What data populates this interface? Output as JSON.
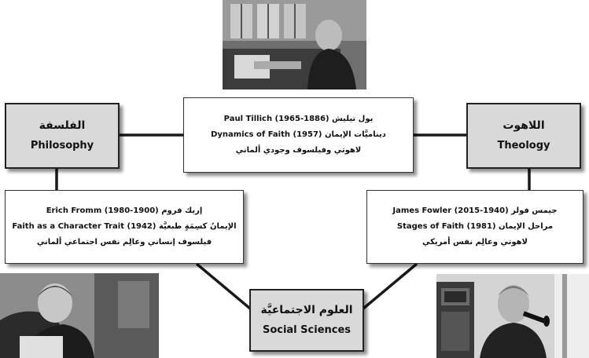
{
  "colors": {
    "field_bg": "#d9d9d9",
    "line": "#1a1a1a",
    "border": "#222222"
  },
  "fields": {
    "philosophy": {
      "ar": "الفلسفة",
      "en": "Philosophy"
    },
    "theology": {
      "ar": "اللاهوت",
      "en": "Theology"
    },
    "social": {
      "ar": "العلوم الاجتماعيَّة",
      "en": "Social Sciences"
    }
  },
  "people": {
    "tillich": {
      "line1": "بول تيليش (1886-1965) Paul Tillich",
      "line2": "ديناميَّات الإيمان (1957) Dynamics of Faith",
      "line3": "لاهوتي وفيلسوف وجودي ألماني"
    },
    "fromm": {
      "line1": "إريك فروم (1900-1980) Erich Fromm",
      "line2": "الإيمانُ كسِمَةٍ طبعيَّة (1942) Faith as a Character Trait",
      "line3": "فيلسوف إنساني وعالِم نفس اجتماعي ألماني"
    },
    "fowler": {
      "line1": "جيمس فولر (1940-2015) James Fowler",
      "line2": "مراحل الإيمان (1981) Stages of Faith",
      "line3": "لاهوتي وعالِم نفس أمريكي"
    }
  },
  "photos": {
    "tillich": "photo-of-paul-tillich",
    "fromm": "photo-of-erich-fromm",
    "fowler": "photo-of-james-fowler"
  }
}
